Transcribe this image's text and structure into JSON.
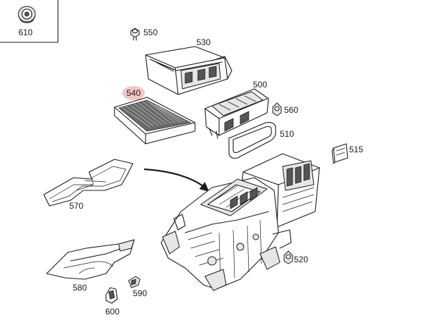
{
  "diagram": {
    "highlight_color": "#f6c6c6",
    "parts": [
      {
        "id": "610",
        "label": "610"
      },
      {
        "id": "550",
        "label": "550"
      },
      {
        "id": "530",
        "label": "530"
      },
      {
        "id": "540",
        "label": "540",
        "highlighted": true
      },
      {
        "id": "500",
        "label": "500"
      },
      {
        "id": "560",
        "label": "560"
      },
      {
        "id": "510",
        "label": "510"
      },
      {
        "id": "515",
        "label": "515"
      },
      {
        "id": "570",
        "label": "570"
      },
      {
        "id": "520",
        "label": "520"
      },
      {
        "id": "580",
        "label": "580"
      },
      {
        "id": "590",
        "label": "590"
      },
      {
        "id": "600",
        "label": "600"
      }
    ]
  }
}
